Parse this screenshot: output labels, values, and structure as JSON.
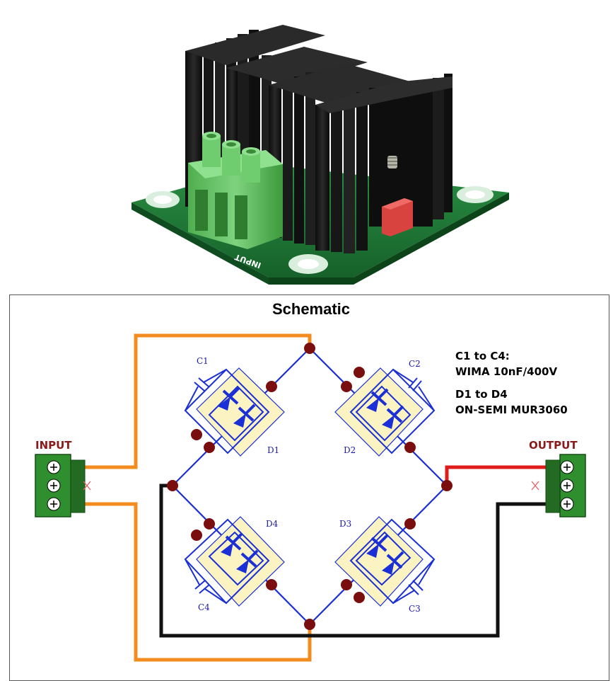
{
  "schematic": {
    "title": "Schematic",
    "input_label": "INPUT",
    "output_label": "OUTPUT",
    "notes": {
      "cap_line1": "C1 to C4:",
      "cap_line2": "WIMA 10nF/400V",
      "diode_line1": "D1 to D4",
      "diode_line2": "ON-SEMI MUR3060"
    },
    "components": {
      "c1": "C1",
      "c2": "C2",
      "c3": "C3",
      "c4": "C4",
      "d1": "D1",
      "d2": "D2",
      "d3": "D3",
      "d4": "D4"
    },
    "photo_silkscreen": "INPUT"
  },
  "colors": {
    "wire_ac": "#f28c1e",
    "wire_pos": "#e01b1b",
    "wire_neg": "#111111",
    "circuit_blue": "#1a2fd6",
    "node_dot": "#7a0e0e",
    "diode_pad": "#fbf3c2",
    "terminal_green": "#2f8f2f",
    "pcb_green": "#1f7a35",
    "heatsink": "#1a1a1a",
    "connector_green": "#5fc15f",
    "cap_red": "#d9433f"
  },
  "icons": {
    "terminal": "screw-terminal-icon",
    "nc_mark": "x-icon"
  }
}
